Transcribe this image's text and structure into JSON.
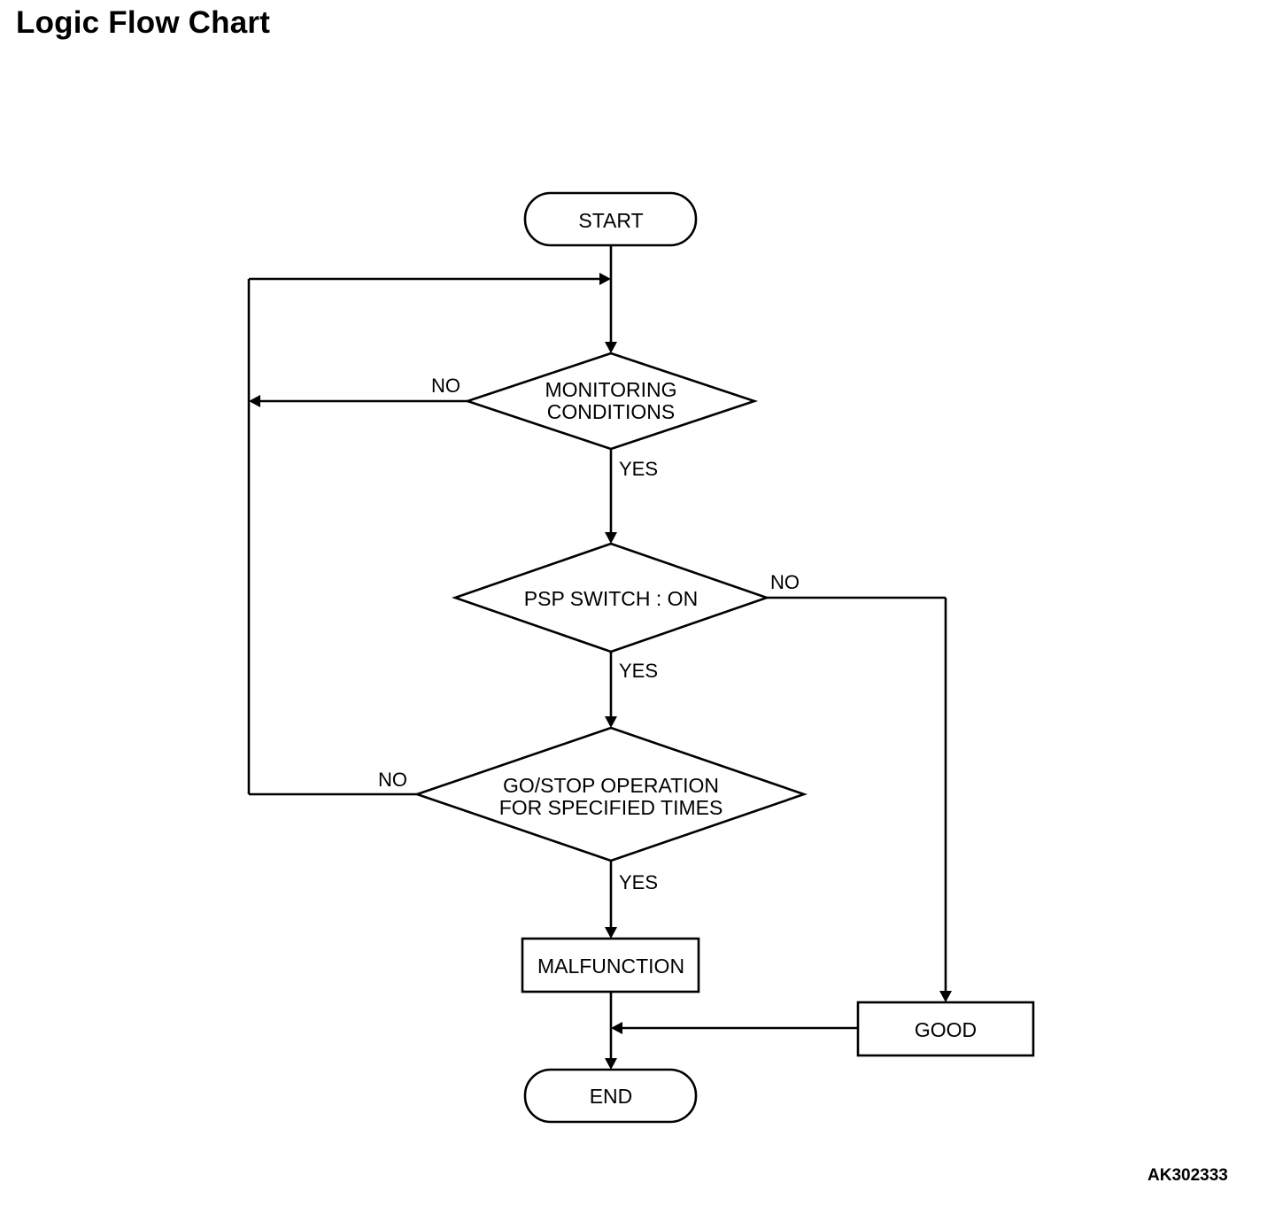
{
  "title": "Logic Flow Chart",
  "figure_id": "AK302333",
  "nodes": {
    "start": {
      "label": "START"
    },
    "monitoring": {
      "line1": "MONITORING",
      "line2": "CONDITIONS"
    },
    "psp": {
      "label": "PSP SWITCH : ON"
    },
    "gostop": {
      "line1": "GO/STOP OPERATION",
      "line2": "FOR SPECIFIED TIMES"
    },
    "malfunction": {
      "label": "MALFUNCTION"
    },
    "good": {
      "label": "GOOD"
    },
    "end": {
      "label": "END"
    }
  },
  "edges": {
    "monitoring_no": "NO",
    "monitoring_yes": "YES",
    "psp_no": "NO",
    "psp_yes": "YES",
    "gostop_no": "NO",
    "gostop_yes": "YES"
  }
}
